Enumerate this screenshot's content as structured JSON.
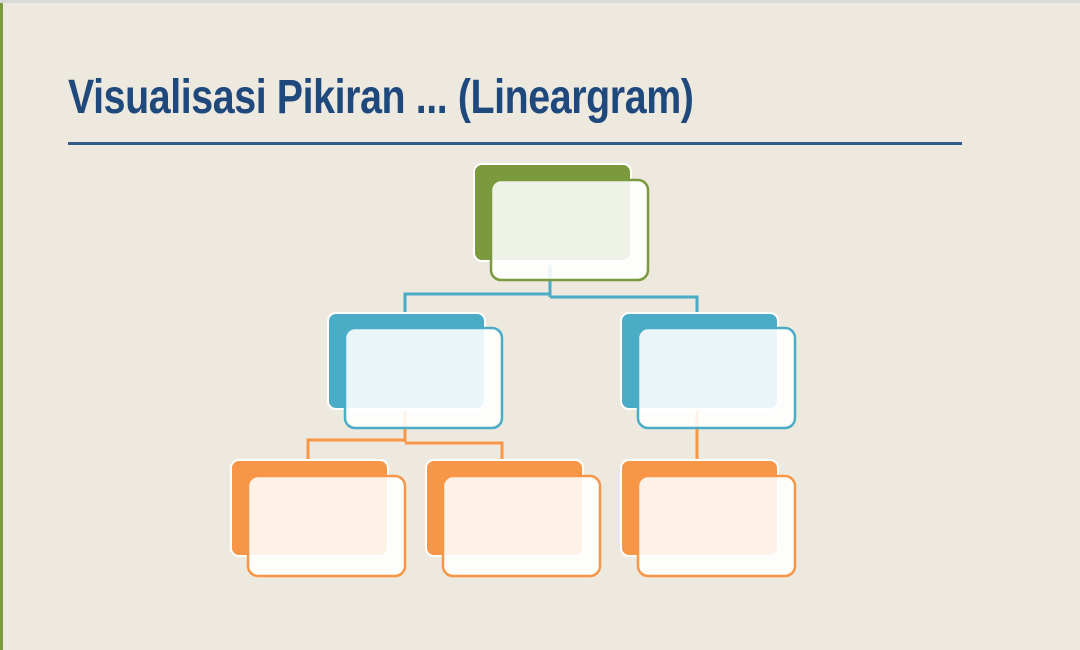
{
  "slide": {
    "title": "Visualisasi Pikiran ... (Lineargram)"
  },
  "colors": {
    "background": "#ede9df",
    "title": "#1f497d",
    "rule": "#2f5a8a",
    "accent_green": "#7a9a3d",
    "level_1": "#7a9a3d",
    "level_2": "#4bacc6",
    "level_3": "#f79646"
  },
  "diagram": {
    "type": "hierarchy",
    "levels": 3,
    "nodes": [
      {
        "id": "root",
        "level": 1,
        "parent": null,
        "label": ""
      },
      {
        "id": "child-left",
        "level": 2,
        "parent": "root",
        "label": ""
      },
      {
        "id": "child-right",
        "level": 2,
        "parent": "root",
        "label": ""
      },
      {
        "id": "leaf-1",
        "level": 3,
        "parent": "child-left",
        "label": ""
      },
      {
        "id": "leaf-2",
        "level": 3,
        "parent": "child-left",
        "label": ""
      },
      {
        "id": "leaf-3",
        "level": 3,
        "parent": "child-right",
        "label": ""
      }
    ]
  }
}
